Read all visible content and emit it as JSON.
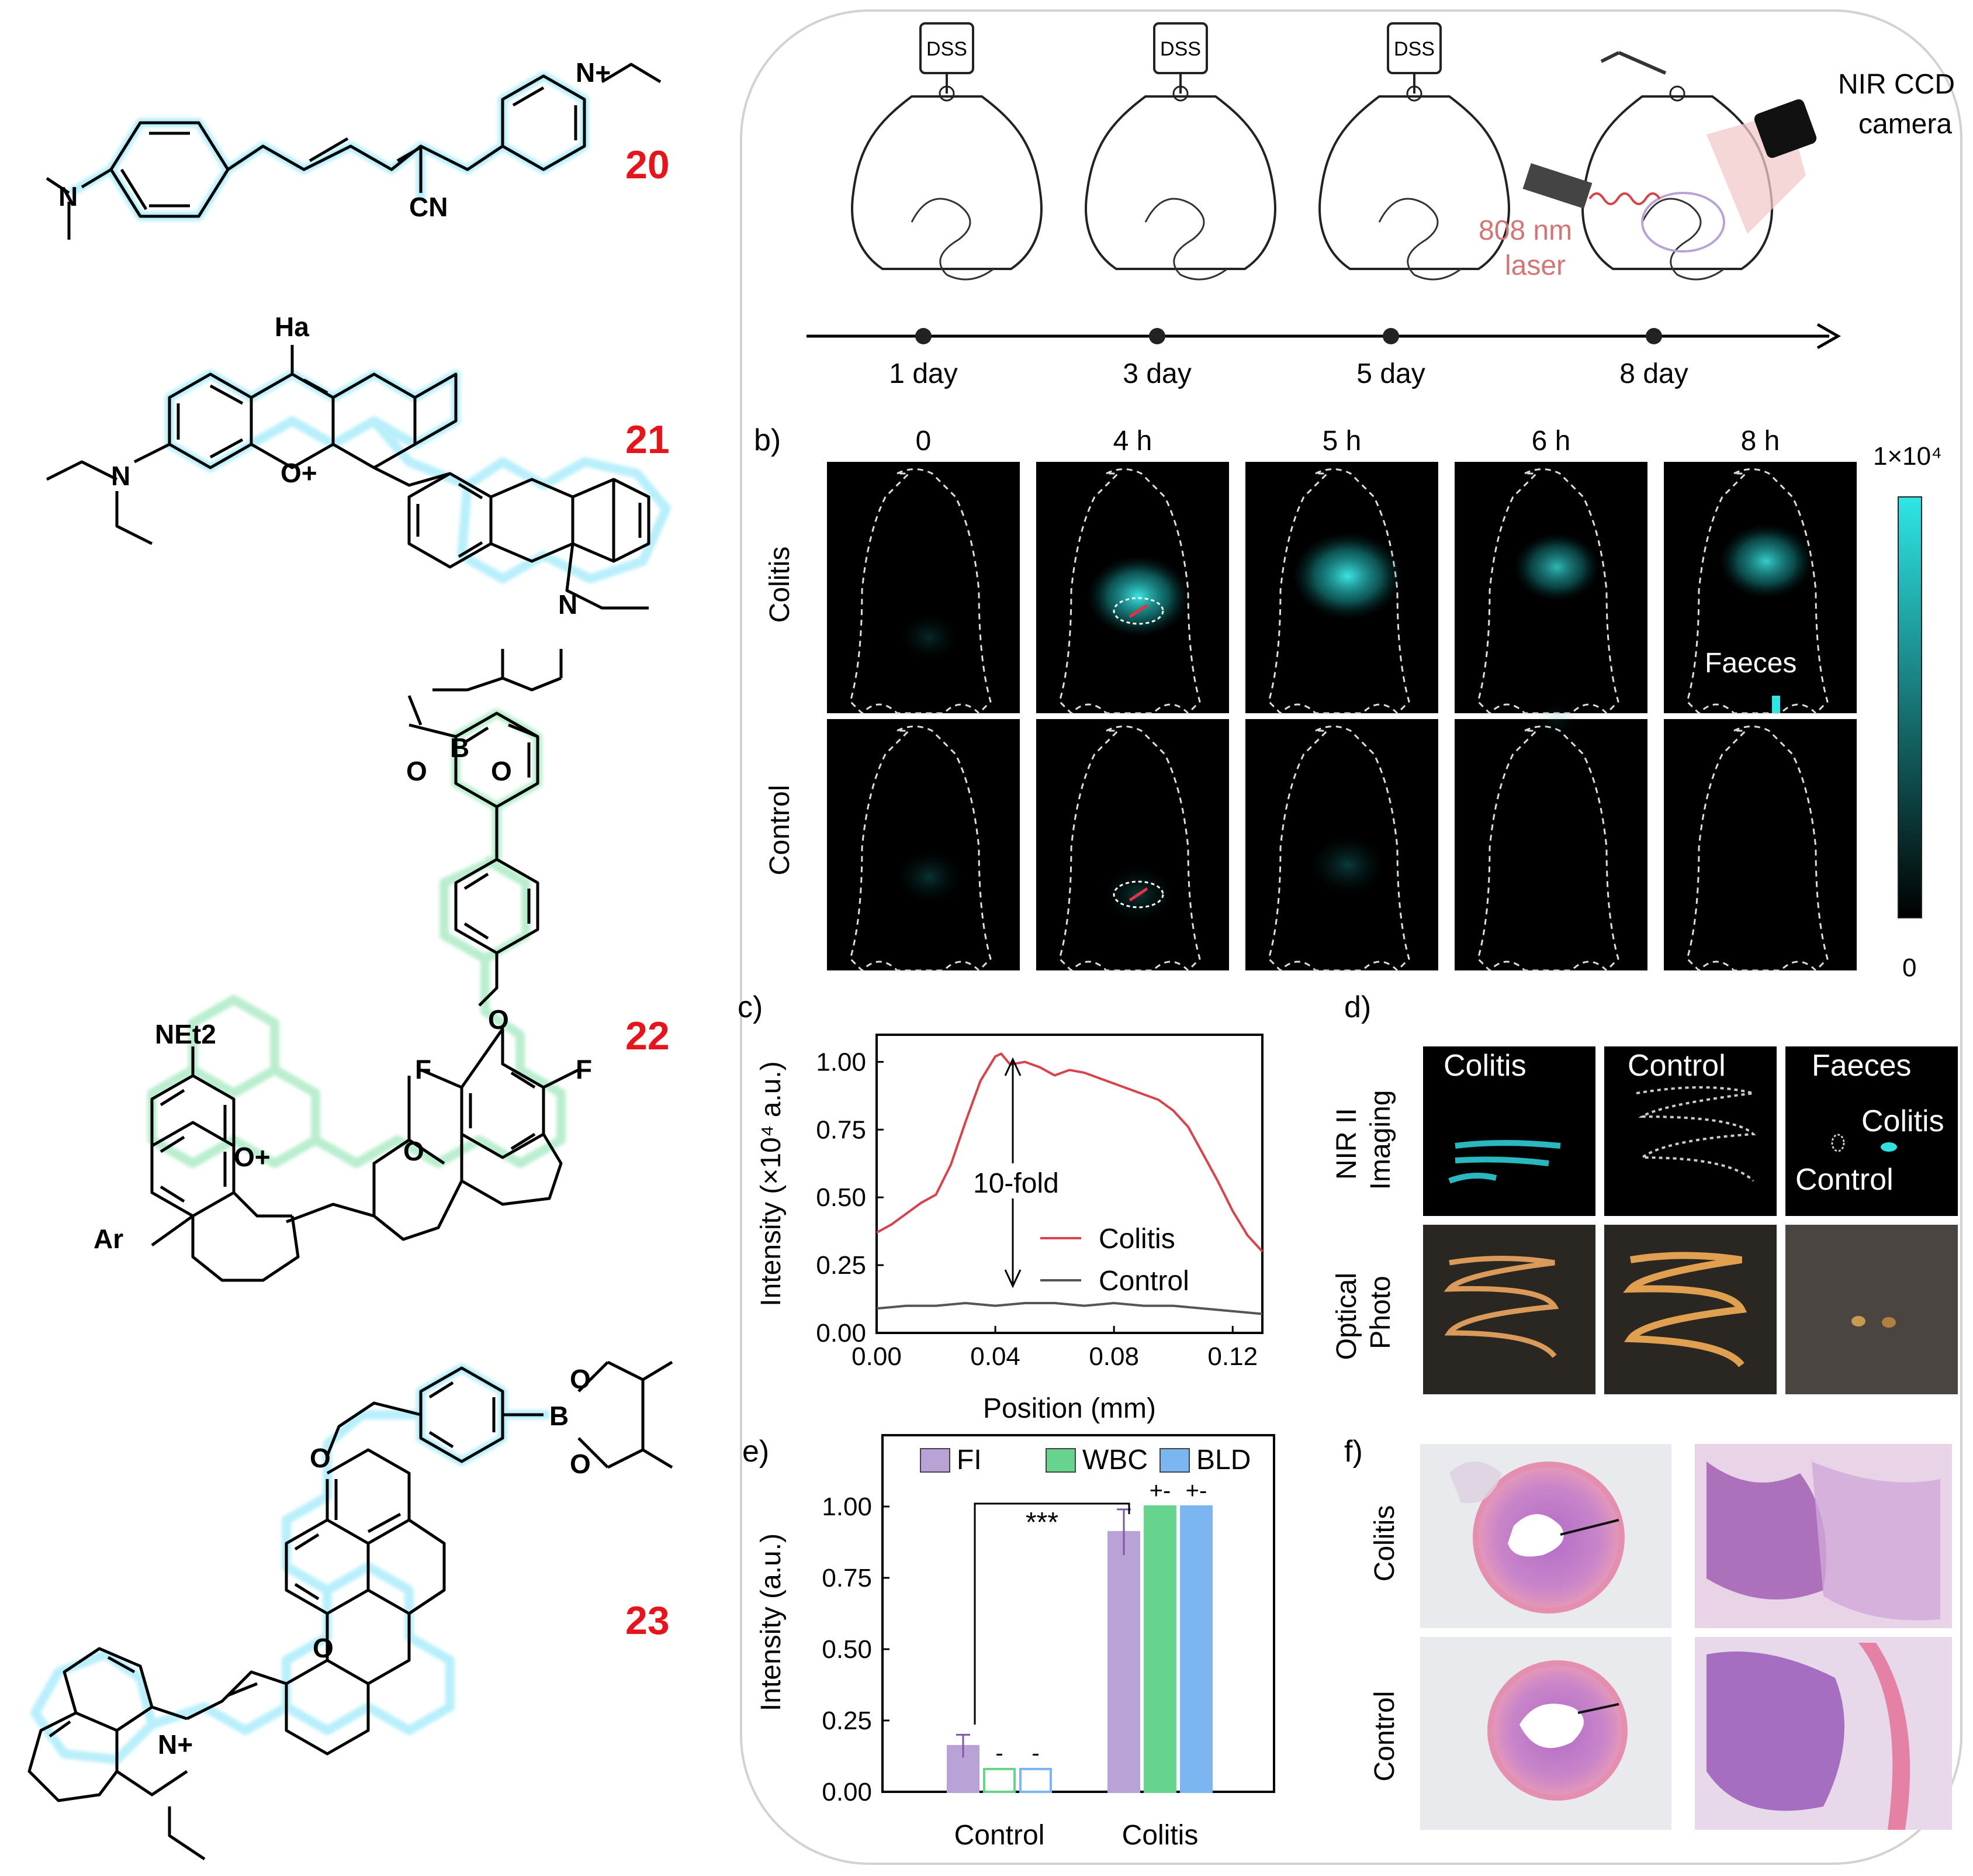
{
  "compounds": [
    {
      "number": "20",
      "color": "#3fc8ec",
      "atoms": [
        "N",
        "N+",
        "CN"
      ]
    },
    {
      "number": "21",
      "color": "#3fc8ec",
      "atoms": [
        "Ha",
        "N",
        "O+",
        "N"
      ]
    },
    {
      "number": "22",
      "color": "#4fd08a",
      "atoms": [
        "NEt2",
        "O+",
        "Ar",
        "O",
        "B",
        "O",
        "O",
        "F",
        "F",
        "O"
      ]
    },
    {
      "number": "23",
      "color": "#3fc8ec",
      "atoms": [
        "O",
        "B",
        "O",
        "O",
        "O",
        "N+"
      ]
    }
  ],
  "panel_a": {
    "bottle_label": "DSS",
    "camera_label_1": "NIR CCD",
    "camera_label_2": "camera",
    "laser_label_1": "808 nm",
    "laser_label_2": "laser",
    "timeline": [
      "1 day",
      "3 day",
      "5 day",
      "8 day"
    ]
  },
  "panel_b": {
    "label": "b)",
    "times": [
      "0",
      "4 h",
      "5 h",
      "6 h",
      "8 h"
    ],
    "rows": [
      "Colitis",
      "Control"
    ],
    "faeces_label": "Faeces",
    "colorbar_max": "1×10⁴",
    "colorbar_min": "0",
    "colorbar_color": "#2ee6e6"
  },
  "panel_c": {
    "label": "c)",
    "annotation": "10-fold",
    "chart_data": {
      "type": "line",
      "xlabel": "Position (mm)",
      "ylabel": "Intensity (×10⁴ a.u.)",
      "xlim": [
        0.0,
        0.13
      ],
      "ylim": [
        0.0,
        1.1
      ],
      "xticks": [
        "0.00",
        "0.04",
        "0.08",
        "0.12"
      ],
      "yticks": [
        "0.00",
        "0.25",
        "0.50",
        "0.75",
        "1.00"
      ],
      "legend_position": "lower-right",
      "series": [
        {
          "name": "Colitis",
          "color": "#d9424a",
          "x": [
            0.0,
            0.005,
            0.01,
            0.015,
            0.02,
            0.025,
            0.03,
            0.035,
            0.04,
            0.042,
            0.045,
            0.05,
            0.055,
            0.06,
            0.065,
            0.07,
            0.075,
            0.08,
            0.085,
            0.09,
            0.095,
            0.1,
            0.105,
            0.11,
            0.115,
            0.12,
            0.125,
            0.13
          ],
          "y": [
            0.37,
            0.4,
            0.44,
            0.48,
            0.51,
            0.62,
            0.78,
            0.93,
            1.02,
            1.03,
            0.99,
            1.0,
            0.98,
            0.95,
            0.97,
            0.96,
            0.94,
            0.92,
            0.9,
            0.88,
            0.86,
            0.82,
            0.76,
            0.66,
            0.56,
            0.45,
            0.36,
            0.3
          ]
        },
        {
          "name": "Control",
          "color": "#555555",
          "x": [
            0.0,
            0.01,
            0.02,
            0.03,
            0.04,
            0.05,
            0.06,
            0.07,
            0.08,
            0.09,
            0.1,
            0.11,
            0.12,
            0.13
          ],
          "y": [
            0.09,
            0.1,
            0.1,
            0.11,
            0.1,
            0.11,
            0.11,
            0.1,
            0.11,
            0.1,
            0.1,
            0.09,
            0.08,
            0.07
          ]
        }
      ]
    }
  },
  "panel_d": {
    "label": "d)",
    "row_labels": [
      [
        "NIR II",
        "Imaging"
      ],
      [
        "Optical",
        "Photo"
      ]
    ],
    "col_labels": [
      "Colitis",
      "Control",
      "Faeces"
    ],
    "faeces_sub": [
      "Colitis",
      "Control"
    ]
  },
  "panel_e": {
    "label": "e)",
    "significance": "***",
    "markers": [
      "-",
      "-",
      "+-",
      "+-"
    ],
    "chart_data": {
      "type": "bar",
      "categories": [
        "Control",
        "Colitis"
      ],
      "ylabel": "Intensity (a.u.)",
      "ylim": [
        0.0,
        1.25
      ],
      "yticks": [
        "0.00",
        "0.25",
        "0.50",
        "0.75",
        "1.00"
      ],
      "legend_position": "top",
      "series": [
        {
          "name": "FI",
          "color": "#b9a3d6",
          "values": [
            0.16,
            0.91
          ],
          "errors": [
            0.04,
            0.08
          ]
        },
        {
          "name": "WBC",
          "color": "#66d48c",
          "values": [
            0.08,
            1.0
          ]
        },
        {
          "name": "BLD",
          "color": "#7bb6f0",
          "values": [
            0.08,
            1.0
          ]
        }
      ]
    }
  },
  "panel_f": {
    "label": "f)",
    "rows": [
      "Colitis",
      "Control"
    ]
  }
}
